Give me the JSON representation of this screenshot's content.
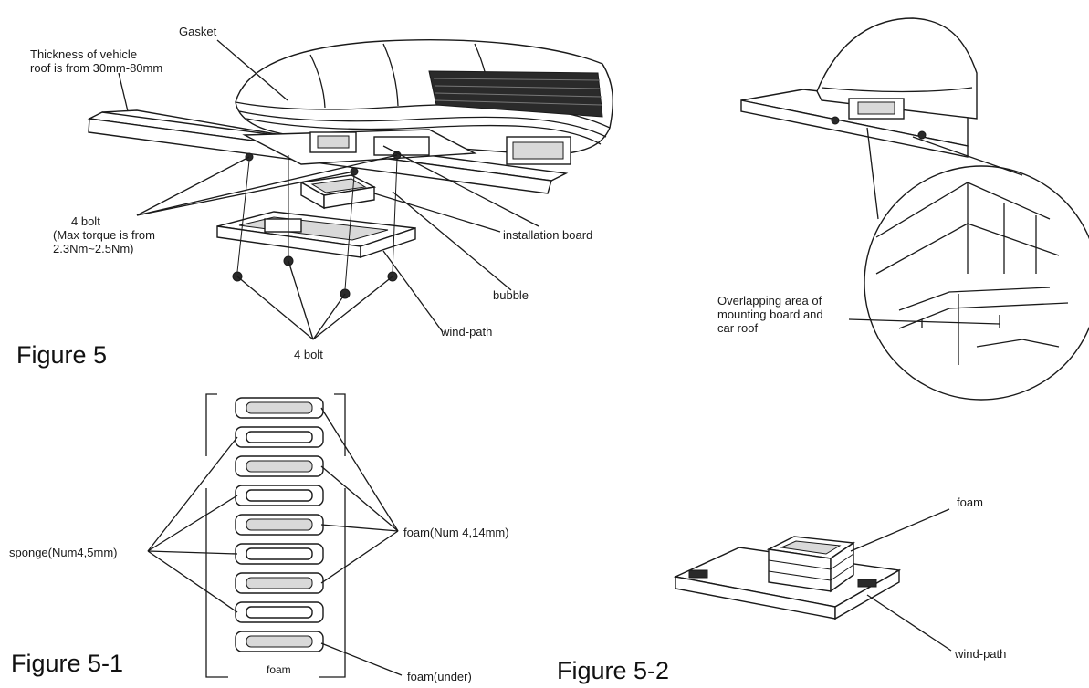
{
  "figures": [
    {
      "id": "fig5",
      "caption": "Figure 5"
    },
    {
      "id": "fig5-1",
      "caption": "Figure 5-1"
    },
    {
      "id": "fig5-2",
      "caption": "Figure 5-2"
    }
  ],
  "labels": {
    "roof_thickness": [
      "Thickness of vehicle",
      "roof is from 30mm-80mm"
    ],
    "gasket": "Gasket",
    "bolt_top": [
      "4 bolt",
      "(Max torque is from",
      "2.3Nm~2.5Nm)"
    ],
    "installation_board": "installation board",
    "bubble": "bubble",
    "wind_path_fig5": "wind-path",
    "bolt_bottom": "4 bolt",
    "overlap": [
      "Overlapping area of",
      "mounting board and",
      "car roof"
    ],
    "sponge": "sponge(Num4,5mm)",
    "foam_stack": "foam(Num 4,14mm)",
    "foam_bottom": "foam",
    "foam_under": "foam(under)",
    "foam_fig52": "foam",
    "wind_path_fig52": "wind-path"
  }
}
